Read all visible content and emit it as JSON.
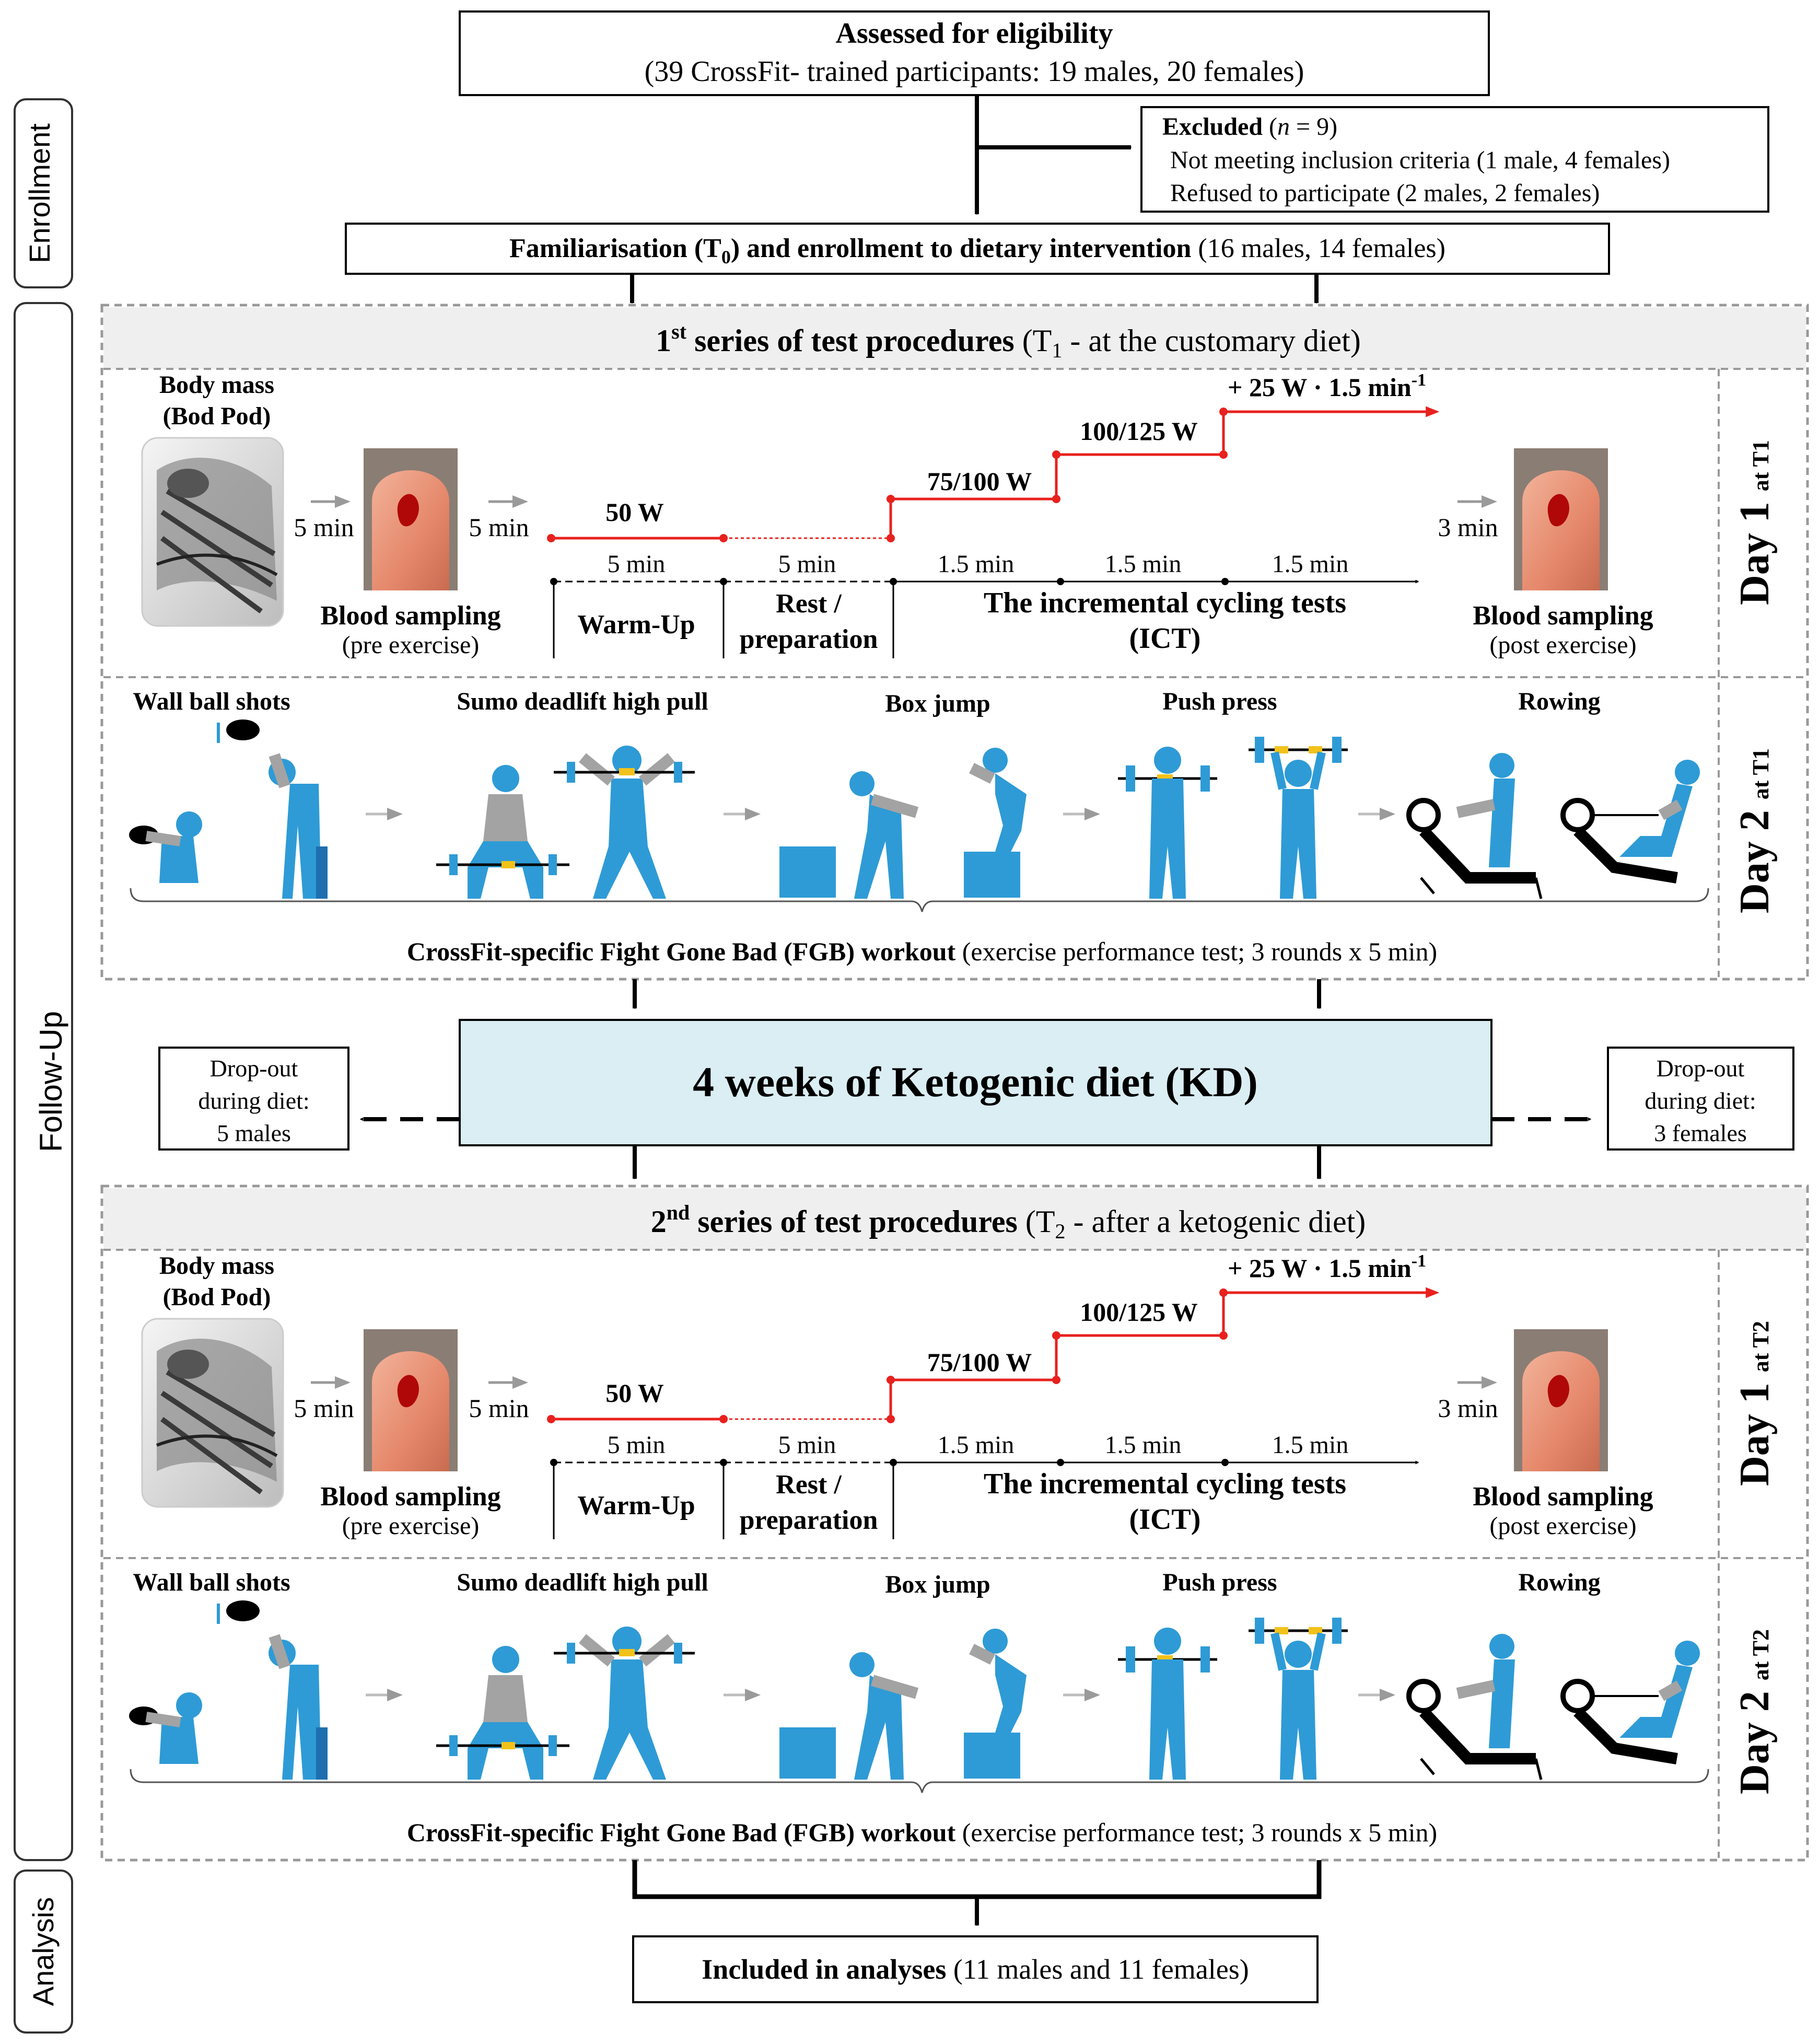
{
  "side_labels": {
    "enrollment": "Enrollment",
    "follow_up": "Follow-Up",
    "analysis": "Analysis"
  },
  "eligibility": {
    "title": "Assessed for eligibility",
    "detail": "(39 CrossFit- trained participants: 19 males, 20 females)"
  },
  "excluded": {
    "label": "Excluded",
    "n_open": "(",
    "n_var": "n",
    "n_value": " = 9)",
    "line1": "Not meeting inclusion criteria (1 male, 4 females)",
    "line2": "Refused  to participate (2 males, 2 females)"
  },
  "familiarisation": {
    "label_a": "Familiarisation (T",
    "label_sub": "0",
    "label_b": ") and enrollment to dietary intervention",
    "detail": "(16 males,  14 females)"
  },
  "series": [
    {
      "header_num": "1",
      "header_sup": "st",
      "header_label": " series of test procedures",
      "header_paren_a": "(T",
      "header_paren_sub": "1",
      "header_paren_b": " - at the customary diet)",
      "day1_label": "Day 1",
      "day1_sub": "at T1",
      "day2_label": "Day 2",
      "day2_sub": "at T1"
    },
    {
      "header_num": "2",
      "header_sup": "nd",
      "header_label": " series of test procedures",
      "header_paren_a": "(T",
      "header_paren_sub": "2",
      "header_paren_b": " - after a ketogenic diet)",
      "day1_label": "Day 1",
      "day1_sub": "at T2",
      "day2_label": "Day 2",
      "day2_sub": "at T2"
    }
  ],
  "day1": {
    "body_mass_l1": "Body mass",
    "body_mass_l2": "(Bod Pod)",
    "gap1": "5 min",
    "gap2": "5 min",
    "gap3": "3 min",
    "blood_pre_l1": "Blood sampling",
    "blood_pre_l2": "(pre exercise)",
    "blood_post_l1": "Blood sampling",
    "blood_post_l2": "(post exercise)",
    "power_steps": [
      "50 W",
      "75/100 W",
      "100/125 W",
      "+ 25 W · 1.5 min"
    ],
    "power_exp": "-1",
    "durations": [
      "5 min",
      "5 min",
      "1.5 min",
      "1.5 min",
      "1.5 min"
    ],
    "phase_warmup": "Warm-Up",
    "phase_rest_l1": "Rest /",
    "phase_rest_l2": "preparation",
    "phase_ict_l1": "The incremental cycling tests",
    "phase_ict_l2": "(ICT)"
  },
  "day2": {
    "exercises": [
      "Wall  ball  shots",
      "Sumo  deadlift  high pull",
      "Box jump",
      "Push press",
      "Rowing"
    ],
    "fgb_bold": "CrossFit-specific  Fight  Gone  Bad  (FGB)  workout",
    "fgb_detail": "(exercise  performance  test;  3 rounds  x  5 min)"
  },
  "diet": {
    "label": "4 weeks of Ketogenic diet (KD)"
  },
  "dropout_left": [
    "Drop-out",
    "during diet:",
    "5 males"
  ],
  "dropout_right": [
    "Drop-out",
    "during diet:",
    "3 females"
  ],
  "analysis": {
    "bold": "Included in analyses",
    "detail": "(11 males and 11 females)"
  },
  "colors": {
    "diet_box_fill": "#daeef3",
    "header_fill": "#efefef",
    "power_line": "#e8211e",
    "figure_blue": "#2e9bd6",
    "figure_grey": "#a3a3a3",
    "plate_yellow": "#f2c21a"
  }
}
